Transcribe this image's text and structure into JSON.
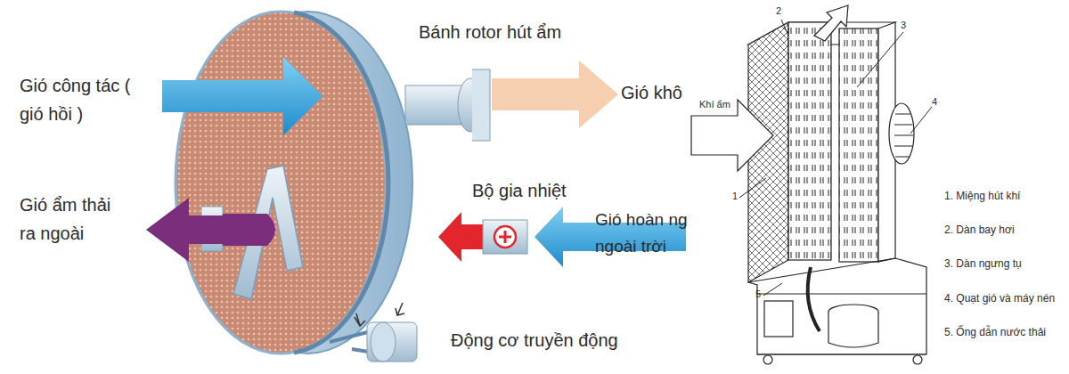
{
  "diagram": {
    "labels": [
      "Bánh rotor hút ẩm",
      "Gió công tác ( gió hồi )",
      "Gió khô",
      "Gió ẩm thải ra ngoài",
      "Bộ gia nhiệt",
      "Gió hoàn ng ngoài trời",
      "Động cơ truyền động",
      "Khí ẩm",
      "2",
      "3",
      "1",
      "4",
      "5",
      "1. Miệng hút khí",
      "2. Dàn bay hơi",
      "3. Dàn ngưng tụ",
      "4. Quạt gió và máy nén",
      "5. Ống dẫn nước thải"
    ]
  }
}
